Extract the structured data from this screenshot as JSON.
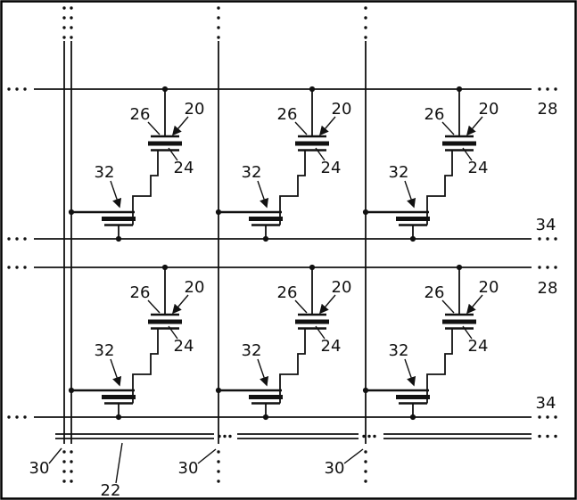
{
  "figure": {
    "kind": "memory-cell-array-schematic",
    "colors": {
      "ink": "#111111",
      "background": "#ffffff"
    },
    "labels": {
      "cell": "20",
      "floating_gate": "24",
      "control_gate": "26",
      "select_transistor": "32",
      "row_line": "28",
      "source_line": "34",
      "column_line": "30",
      "bottom_line": "22"
    }
  }
}
